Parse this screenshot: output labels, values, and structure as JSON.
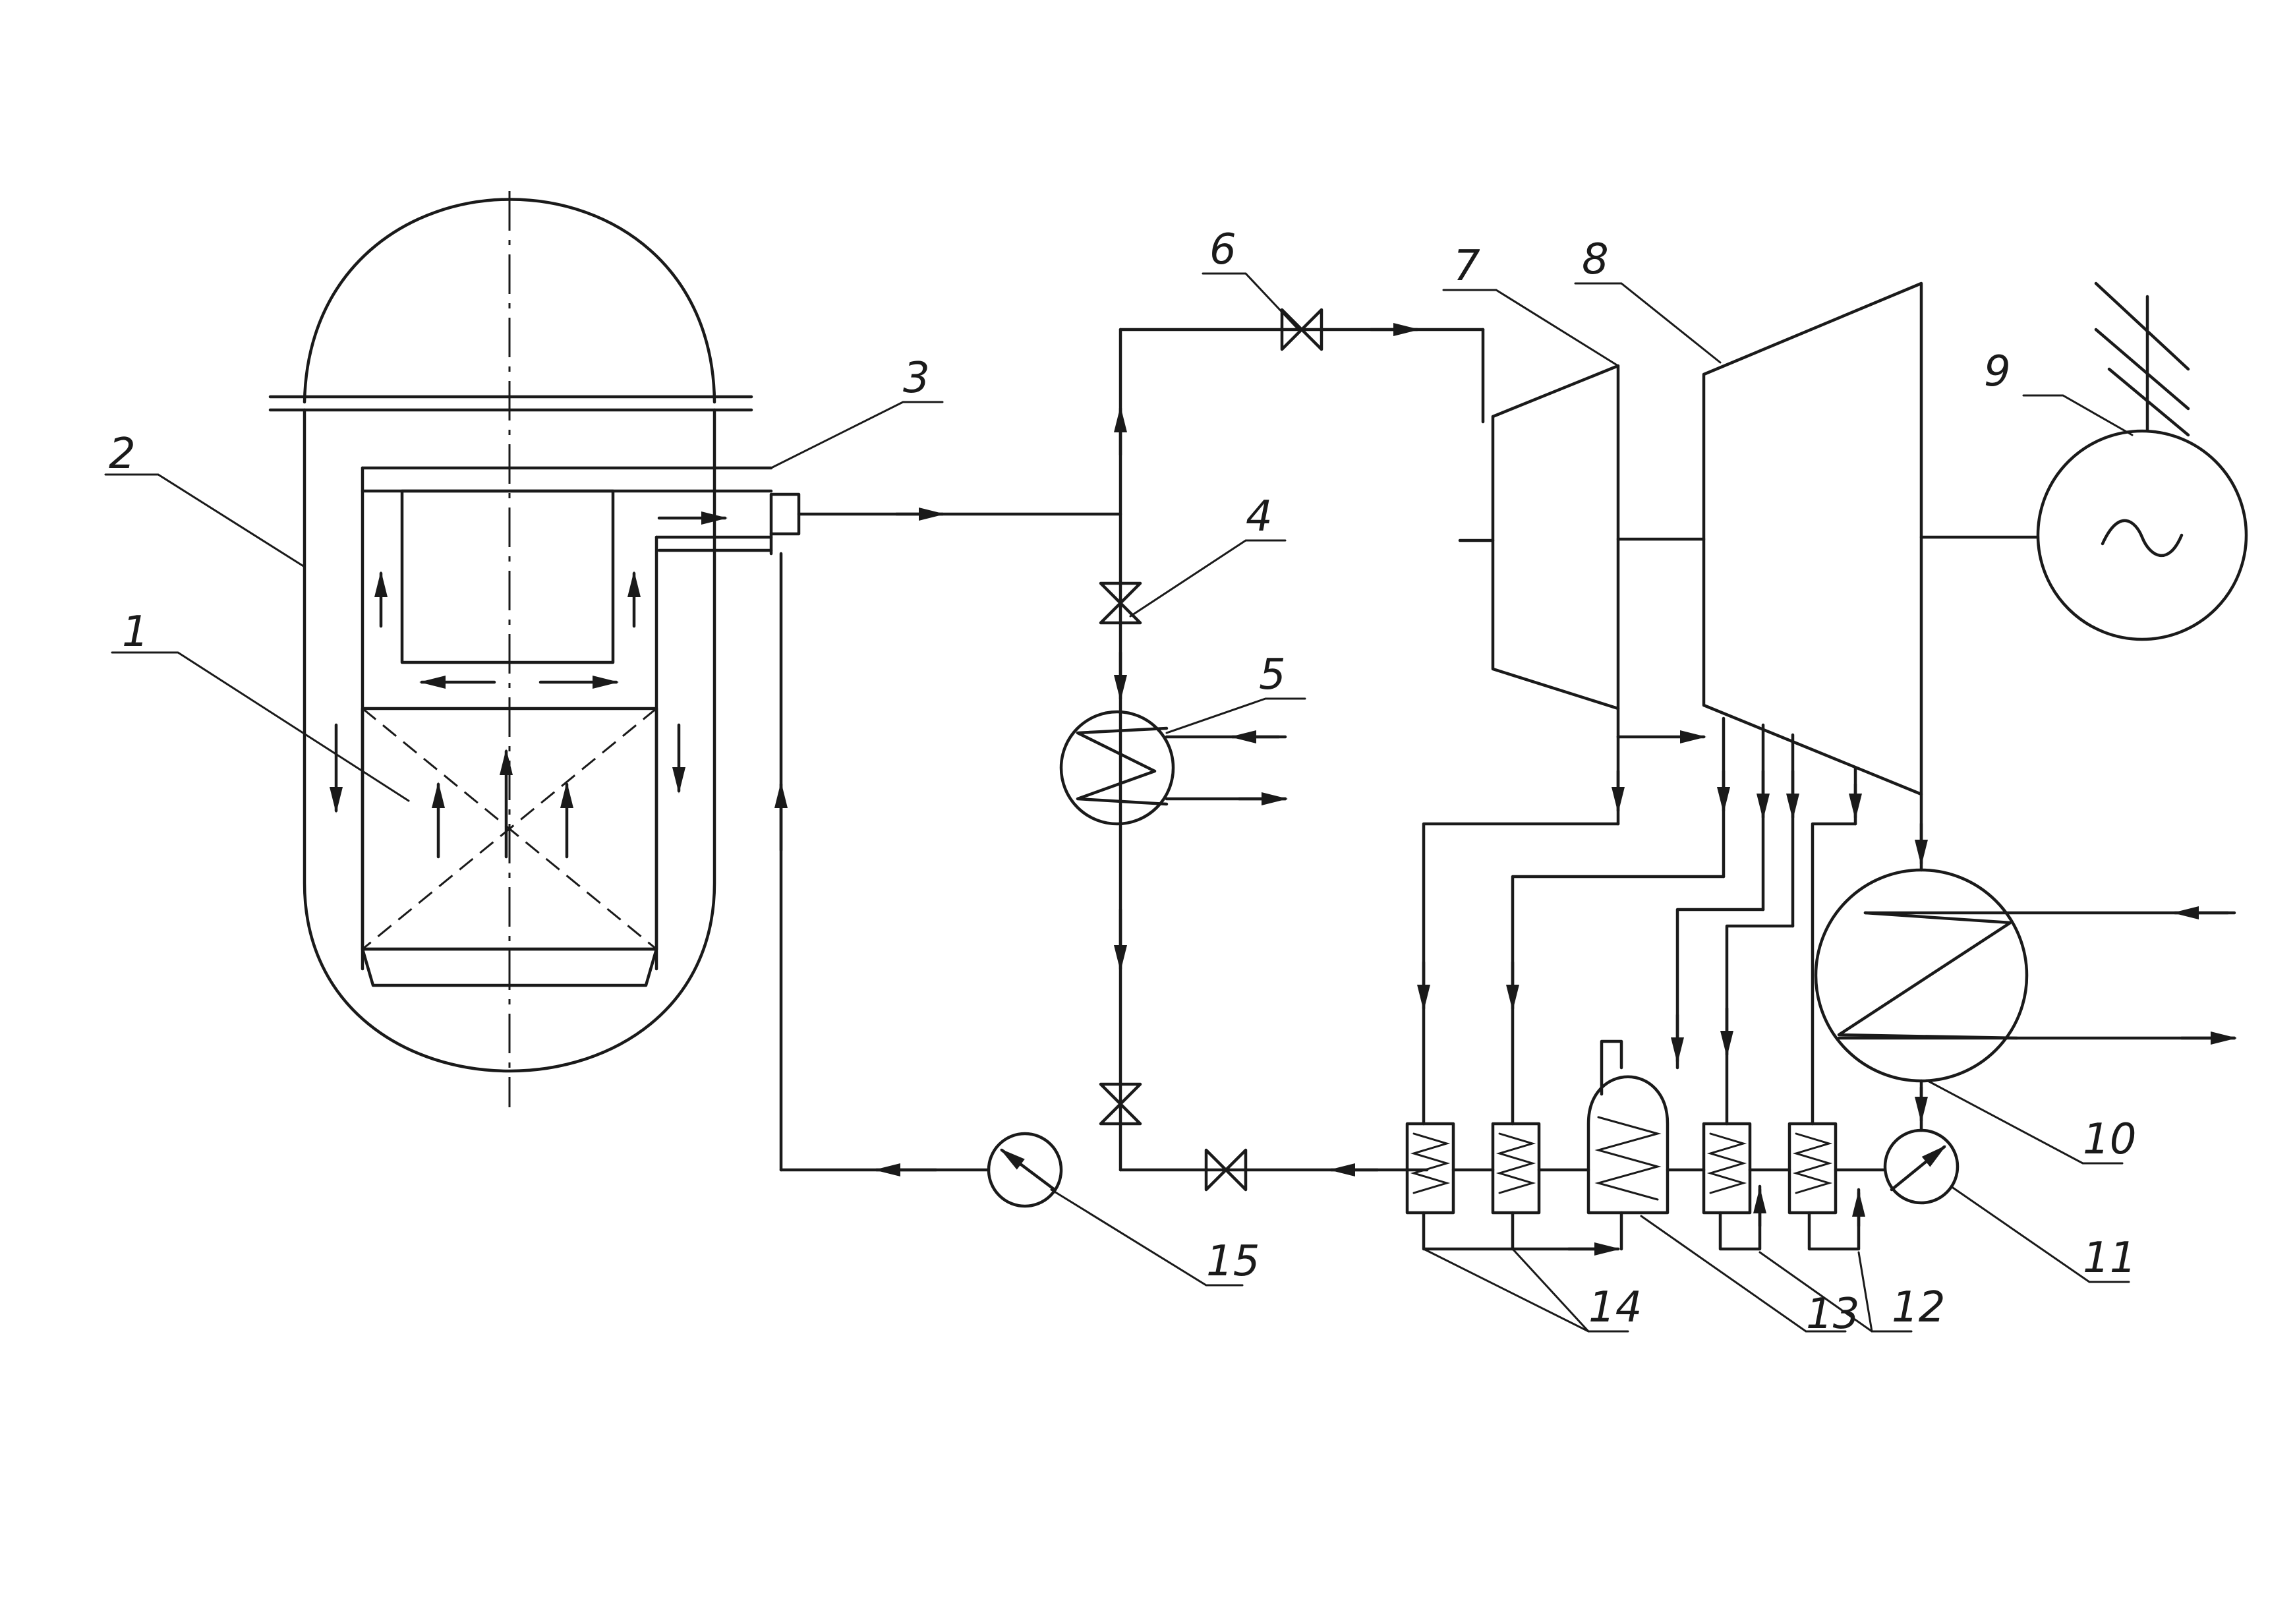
{
  "labels": {
    "l1": "1",
    "l2": "2",
    "l3": "3",
    "l4": "4",
    "l5": "5",
    "l6": "6",
    "l7": "7",
    "l8": "8",
    "l9": "9",
    "l10": "10",
    "l11": "11",
    "l12": "12",
    "l13": "13",
    "l14": "14",
    "l15": "15"
  },
  "colors": {
    "ink": "#1a1a1a",
    "paper": "#ffffff"
  },
  "icons": {
    "valve": "valve-icon",
    "pump": "pump-icon",
    "generator": "generator-icon",
    "heat_exchanger": "heat-exchanger-icon",
    "ground": "ground-icon"
  }
}
